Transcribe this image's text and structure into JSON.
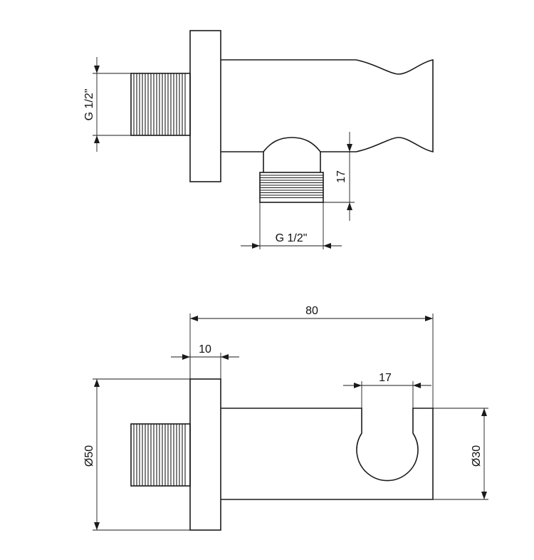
{
  "drawing": {
    "top_view": {
      "thread_left_label": "G 1/2\"",
      "outlet_height_label": "17",
      "thread_bottom_label": "G 1/2\""
    },
    "side_view": {
      "overall_length_label": "80",
      "flange_thickness_label": "10",
      "holder_width_label": "17",
      "flange_diameter_label": "Ø50",
      "body_diameter_label": "Ø30"
    }
  },
  "colors": {
    "line": "#1a1a1a",
    "background": "#ffffff"
  }
}
